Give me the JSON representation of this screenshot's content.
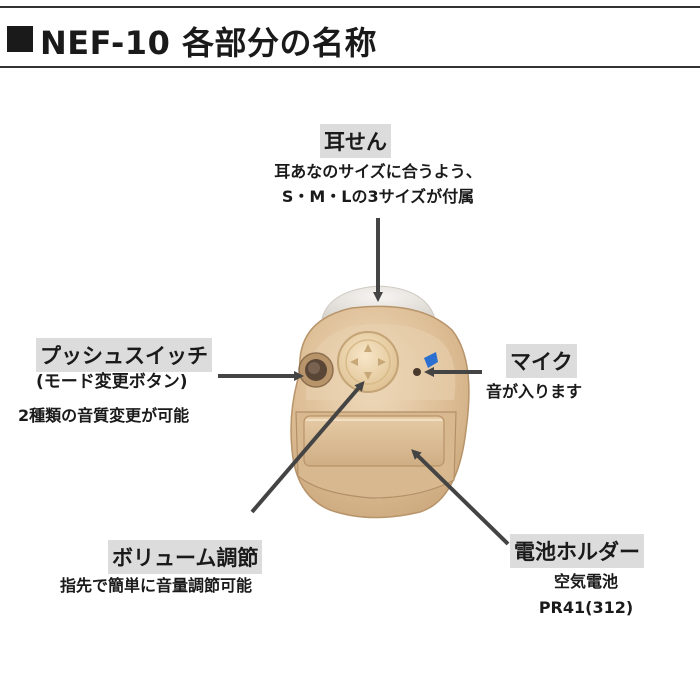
{
  "header": {
    "title": "NEF-10 各部分の名称"
  },
  "callouts": {
    "ear_tip": {
      "label": "耳せん",
      "desc_line1": "耳あなのサイズに合うよう、",
      "desc_line2": "S・M・Lの3サイズが付属"
    },
    "push_switch": {
      "label": "プッシュスイッチ",
      "label_sub": "(モード変更ボタン)",
      "desc": "2種類の音質変更が可能"
    },
    "mic": {
      "label": "マイク",
      "desc": "音が入ります"
    },
    "volume": {
      "label": "ボリューム調節",
      "desc": "指先で簡単に音量調節可能"
    },
    "battery_holder": {
      "label": "電池ホルダー",
      "desc_line1": "空気電池",
      "desc_line2": "PR41(312)"
    }
  },
  "colors": {
    "body": "#d9b98e",
    "shell_light": "#ecdcc3",
    "tip": "#e6e3de",
    "arrow": "#444444",
    "mic_blue": "#2b6fd1"
  }
}
